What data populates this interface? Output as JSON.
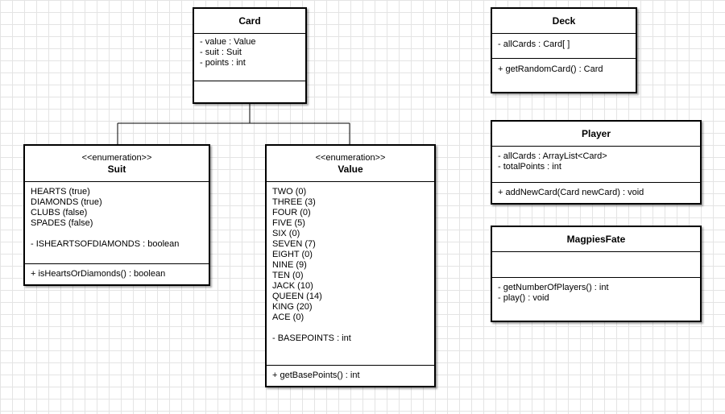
{
  "classes": {
    "card": {
      "title": "Card",
      "attributes": [
        "- value : Value",
        "- suit : Suit",
        "- points : int"
      ]
    },
    "deck": {
      "title": "Deck",
      "attributes": [
        "- allCards : Card[ ]"
      ],
      "operations": [
        "+ getRandomCard() : Card"
      ]
    },
    "player": {
      "title": "Player",
      "attributes": [
        "- allCards : ArrayList<Card>",
        "- totalPoints : int"
      ],
      "operations": [
        "+ addNewCard(Card newCard) : void"
      ]
    },
    "magpies": {
      "title": "MagpiesFate",
      "operations": [
        "- getNumberOfPlayers() : int",
        "- play() : void"
      ]
    },
    "suit": {
      "stereotype": "<<enumeration>>",
      "title": "Suit",
      "literals": [
        "HEARTS (true)",
        "DIAMONDS (true)",
        "CLUBS (false)",
        "SPADES (false)"
      ],
      "attribute": "- ISHEARTSOFDIAMONDS : boolean",
      "operations": [
        "+ isHeartsOrDiamonds() : boolean"
      ]
    },
    "value": {
      "stereotype": "<<enumeration>>",
      "title": "Value",
      "literals": [
        "TWO (0)",
        "THREE (3)",
        "FOUR (0)",
        "FIVE (5)",
        "SIX (0)",
        "SEVEN (7)",
        "EIGHT (0)",
        "NINE (9)",
        "TEN (0)",
        "JACK (10)",
        "QUEEN (14)",
        "KING (20)",
        "ACE (0)"
      ],
      "attribute": "- BASEPOINTS : int",
      "operations": [
        "+ getBasePoints() : int"
      ]
    }
  }
}
